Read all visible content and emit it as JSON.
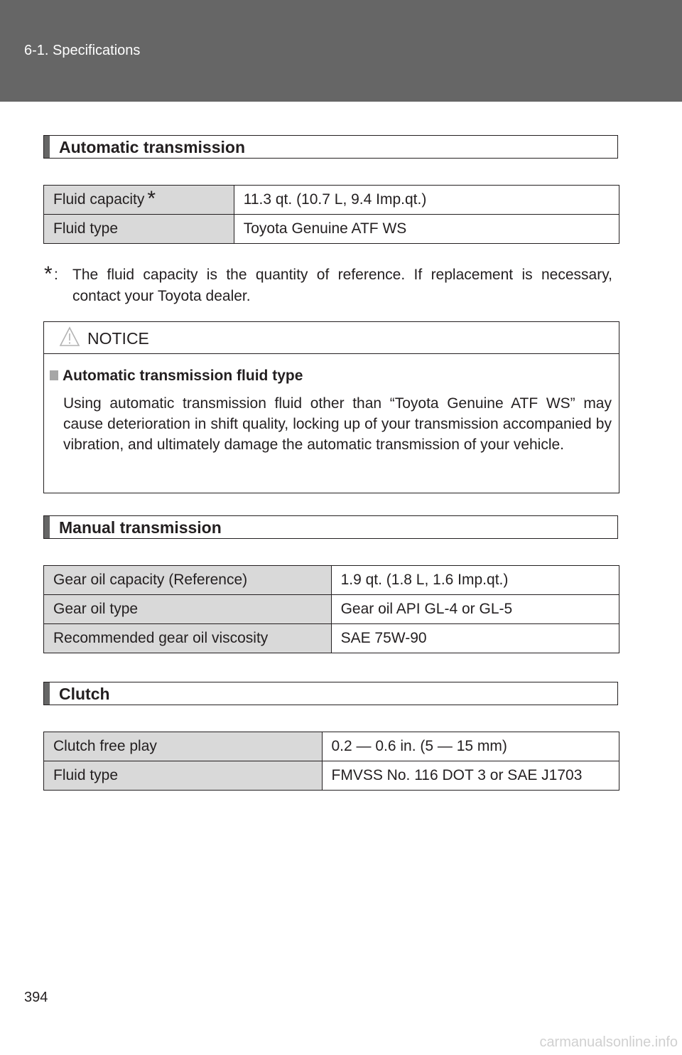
{
  "header": {
    "section": "6-1. Specifications"
  },
  "automatic": {
    "heading": "Automatic transmission",
    "rows": [
      {
        "label": "Fluid capacity",
        "marker": "*",
        "value": "11.3 qt. (10.7 L, 9.4 Imp.qt.)"
      },
      {
        "label": "Fluid type",
        "value": "Toyota Genuine ATF WS"
      }
    ],
    "footnote": {
      "marker": "*",
      "colon": ":",
      "text": "The fluid capacity is the quantity of reference. If replacement is necessary, contact your Toyota dealer."
    }
  },
  "notice": {
    "title": "NOTICE",
    "subheading": "Automatic transmission fluid type",
    "body": "Using automatic transmission fluid other than “Toyota Genuine ATF WS” may cause deterioration in shift quality, locking up of your transmission accompanied by vibration, and ultimately damage the automatic transmission of your vehicle."
  },
  "manual": {
    "heading": "Manual transmission",
    "rows": [
      {
        "label": "Gear oil capacity (Reference)",
        "value": "1.9 qt. (1.8 L, 1.6 Imp.qt.)"
      },
      {
        "label": "Gear oil type",
        "value": "Gear oil API GL-4 or GL-5"
      },
      {
        "label": "Recommended gear oil viscosity",
        "value": "SAE 75W-90"
      }
    ]
  },
  "clutch": {
    "heading": "Clutch",
    "rows": [
      {
        "label": "Clutch free play",
        "value": "0.2 — 0.6 in. (5 — 15 mm)"
      },
      {
        "label": "Fluid type",
        "value": "FMVSS No. 116 DOT 3 or SAE J1703"
      }
    ]
  },
  "page_number": "394",
  "watermark": "carmanualsonline.info",
  "colors": {
    "header_band": "#666666",
    "label_cell": "#d9d9d9",
    "notice_square": "#a6a6a6"
  }
}
